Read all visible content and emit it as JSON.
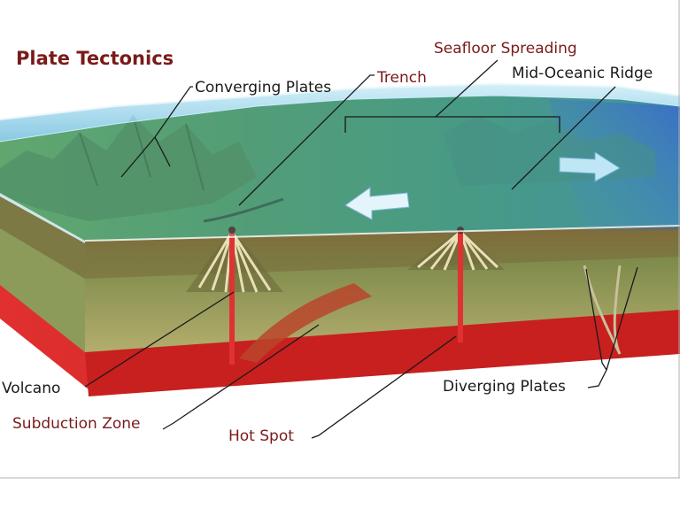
{
  "title": "Plate Tectonics",
  "labels": {
    "converging_plates": "Converging Plates",
    "trench": "Trench",
    "seafloor_spreading": "Seafloor Spreading",
    "mid_oceanic_ridge": "Mid-Oceanic Ridge",
    "volcano": "Volcano",
    "subduction_zone": "Subduction Zone",
    "hot_spot": "Hot Spot",
    "diverging_plates": "Diverging Plates"
  },
  "colors": {
    "title": "#7a1a1a",
    "highlight_label": "#7a1a1a",
    "label": "#1a1a1a",
    "ocean": "#9fd6ea",
    "land": "#3f8f5a",
    "crust": "#9a9a5a",
    "mantle": "#d62a2a"
  }
}
